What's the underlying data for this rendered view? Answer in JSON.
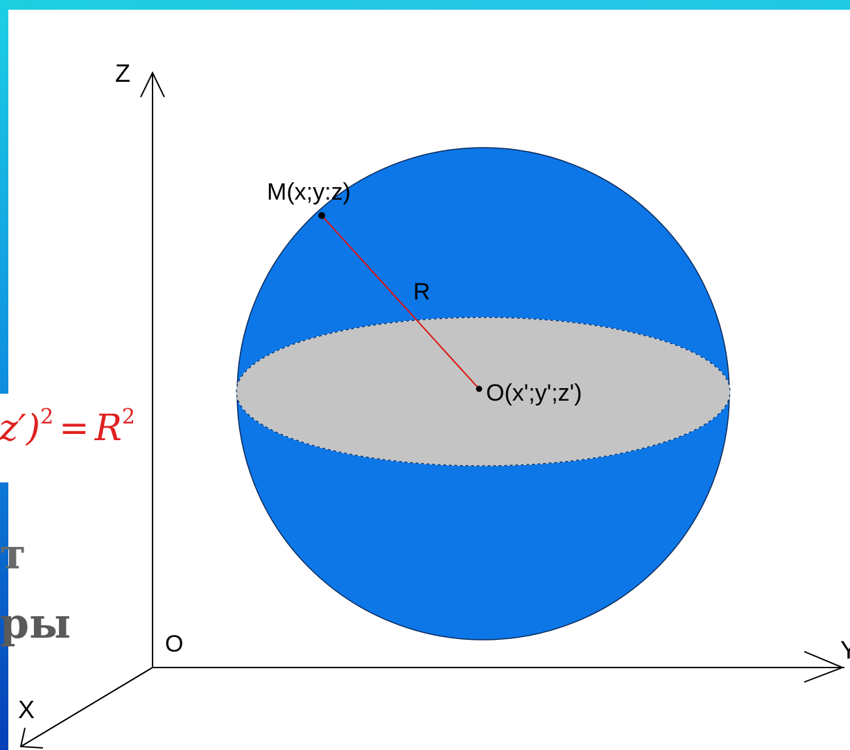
{
  "labels": {
    "axis_z": "Z",
    "axis_x": "X",
    "axis_y": "Y",
    "origin": "O",
    "point_m": "M(x;y:z)",
    "radius": "R",
    "center": "O(x';y';z')"
  },
  "formula": {
    "left": "z′)",
    "exp1": "2",
    "eq": "=",
    "right": "R",
    "exp2": "2"
  },
  "background_text": {
    "line1": "т",
    "line2": "ры"
  },
  "colors": {
    "sphere": "#0d77e8",
    "equator": "#c4c4c4",
    "radius_line": "#e01010",
    "formula_text": "#e02020"
  }
}
